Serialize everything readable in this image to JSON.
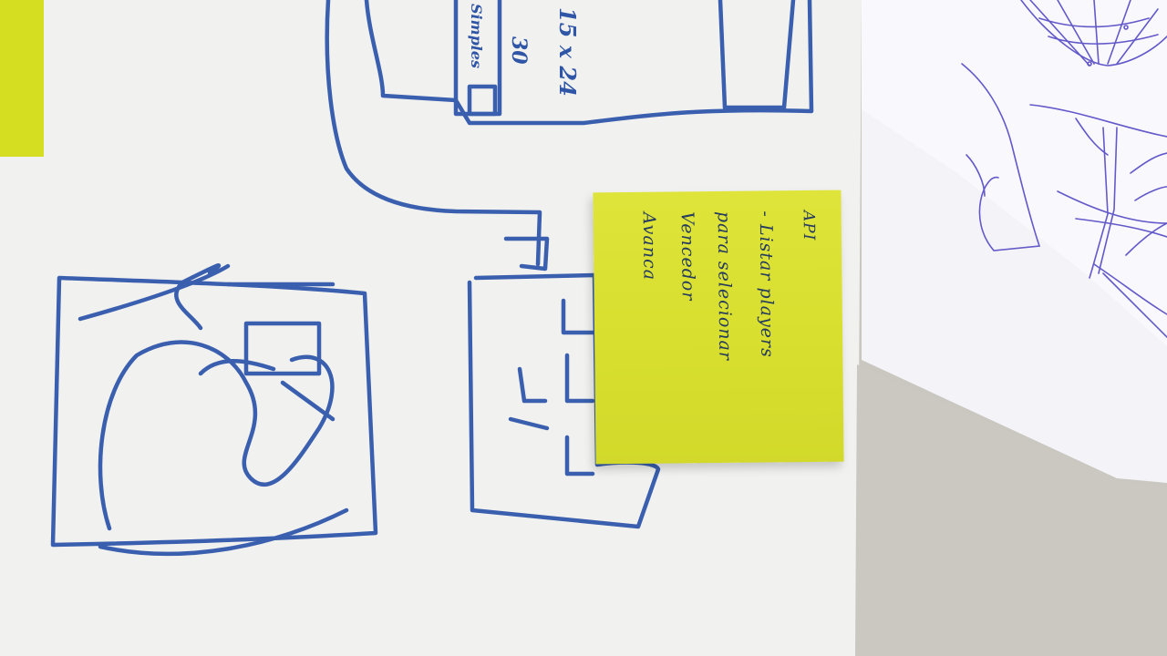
{
  "sticky_note": {
    "color": "#d8df2e",
    "lines": [
      "API",
      "- Listar players",
      "para selecionar",
      "Vencedor",
      "Avanca"
    ]
  },
  "board_labels": {
    "label_a": "15 x 24",
    "label_b": "30",
    "label_c": "Simples"
  },
  "colors": {
    "marker_blue": "#3a5fae",
    "pen_purple": "#4a3ec0",
    "paper_white": "#f1f1ef",
    "left_sticky_yellow": "#d6de22"
  }
}
